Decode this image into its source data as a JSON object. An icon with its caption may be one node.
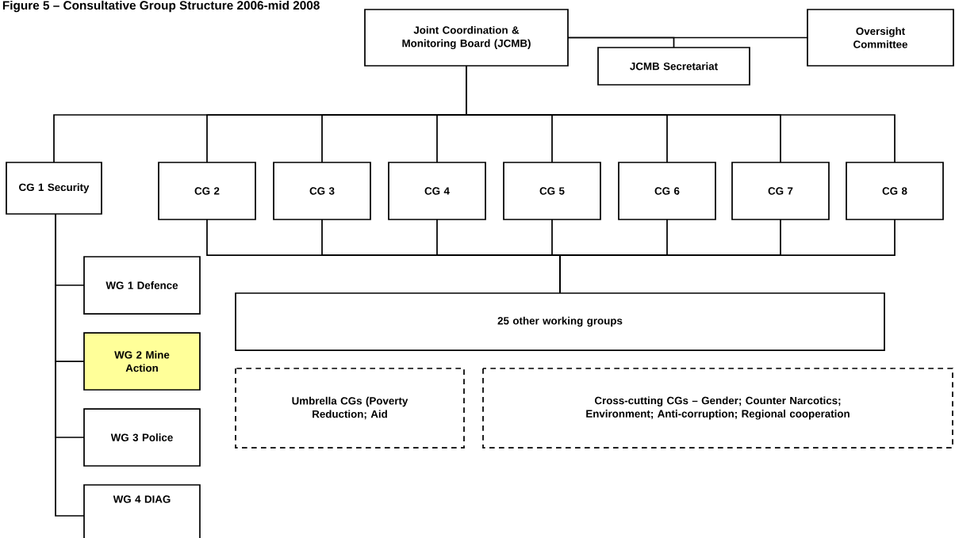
{
  "diagram": {
    "title": "Figure 5 – Consultative Group Structure 2006-mid 2008",
    "nodes": [
      {
        "text": [
          "Joint Coordination & Monitoring Board (JCMB)"
        ]
      },
      {
        "text": [
          "JCMB Secretariat"
        ]
      },
      {
        "text": [
          "Oversight Committee"
        ]
      },
      {
        "text": [
          "CG 1 Security"
        ]
      },
      {
        "text": [
          "CG 2"
        ]
      },
      {
        "text": [
          "CG 3"
        ]
      },
      {
        "text": [
          "CG 4"
        ]
      },
      {
        "text": [
          "CG 5"
        ]
      },
      {
        "text": [
          "CG 6"
        ]
      },
      {
        "text": [
          "CG 7"
        ]
      },
      {
        "text": [
          "CG 8"
        ]
      },
      {
        "text": [
          "WG 1 Defence"
        ]
      },
      {
        "text": [
          "WG 2 Mine Action"
        ]
      },
      {
        "text": [
          "WG 3 Police"
        ]
      },
      {
        "text": [
          "WG 4 DIAG"
        ]
      },
      {
        "text": [
          "25 other working groups"
        ]
      },
      {
        "text": [
          "Umbrella CGs (Poverty Reduction; Aid"
        ]
      },
      {
        "text": [
          "Cross-cutting CGs – Gender; Counter Narcotics; Environment; Anti-corruption; Regional cooperation"
        ]
      }
    ],
    "edges": [
      {
        "from": 0,
        "to": 2,
        "arrow": "none"
      },
      {
        "from": 0,
        "to": 1,
        "arrow": "none"
      },
      {
        "from": 0,
        "to": 3,
        "arrow": "none"
      },
      {
        "from": 0,
        "to": 4,
        "arrow": "none"
      },
      {
        "from": 0,
        "to": 5,
        "arrow": "none"
      },
      {
        "from": 0,
        "to": 6,
        "arrow": "none"
      },
      {
        "from": 0,
        "to": 7,
        "arrow": "none"
      },
      {
        "from": 0,
        "to": 8,
        "arrow": "none"
      },
      {
        "from": 0,
        "to": 9,
        "arrow": "none"
      },
      {
        "from": 0,
        "to": 10,
        "arrow": "none"
      },
      {
        "from": 3,
        "to": 11,
        "arrow": "none"
      },
      {
        "from": 3,
        "to": 12,
        "arrow": "none"
      },
      {
        "from": 3,
        "to": 13,
        "arrow": "none"
      },
      {
        "from": 3,
        "to": 14,
        "arrow": "none"
      },
      {
        "from": 4,
        "to": 15,
        "arrow": "none"
      },
      {
        "from": 5,
        "to": 15,
        "arrow": "none"
      },
      {
        "from": 6,
        "to": 15,
        "arrow": "none"
      },
      {
        "from": 7,
        "to": 15,
        "arrow": "none"
      },
      {
        "from": 8,
        "to": 15,
        "arrow": "none"
      },
      {
        "from": 9,
        "to": 15,
        "arrow": "none"
      },
      {
        "from": 10,
        "to": 15,
        "arrow": "none"
      }
    ]
  }
}
